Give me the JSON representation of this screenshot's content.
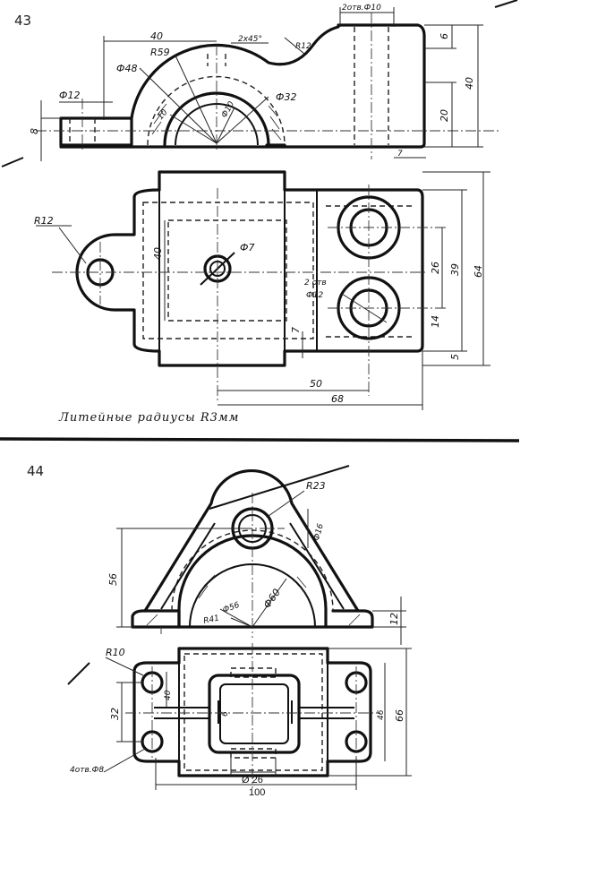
{
  "figure_43": {
    "number": "43",
    "front_view": {
      "dim_40_width": "40",
      "dim_r59": "R59",
      "dim_chamfer": "2x45°",
      "dim_r12_top": "R12",
      "dim_holes_top": "2отв.Ф10",
      "dim_6": "6",
      "dim_40_height": "40",
      "dim_20": "20",
      "dim_7_small": "7",
      "dim_phi48": "Ф48",
      "dim_phi12": "Ф12",
      "dim_phi32": "Ф32",
      "dim_phi10": "Ф10",
      "dim_8": "8",
      "dim_10_inner": "10"
    },
    "top_view": {
      "dim_r12": "R12",
      "dim_40": "40",
      "dim_phi7": "Ф7",
      "dim_holes_label": "2 отв",
      "dim_holes_phi": "Ф12",
      "dim_7": "7",
      "dim_26": "26",
      "dim_39": "39",
      "dim_64": "64",
      "dim_14": "14",
      "dim_5": "5",
      "dim_50": "50",
      "dim_68": "68"
    },
    "note": "Литейные радиусы R3мм"
  },
  "figure_44": {
    "number": "44",
    "front_view": {
      "dim_r23": "R23",
      "dim_phi16": "Ф16",
      "dim_56": "56",
      "dim_phi60": "Ф60",
      "dim_phi56": "Ф56",
      "dim_r41": "R41",
      "dim_12": "12"
    },
    "top_view": {
      "dim_r10": "R10",
      "dim_40": "40",
      "dim_32": "32",
      "dim_6": "6",
      "dim_46": "46",
      "dim_66": "66",
      "dim_holes": "4отв.Ф8",
      "dim_phi26": "Ø 26",
      "dim_100": "100"
    }
  }
}
